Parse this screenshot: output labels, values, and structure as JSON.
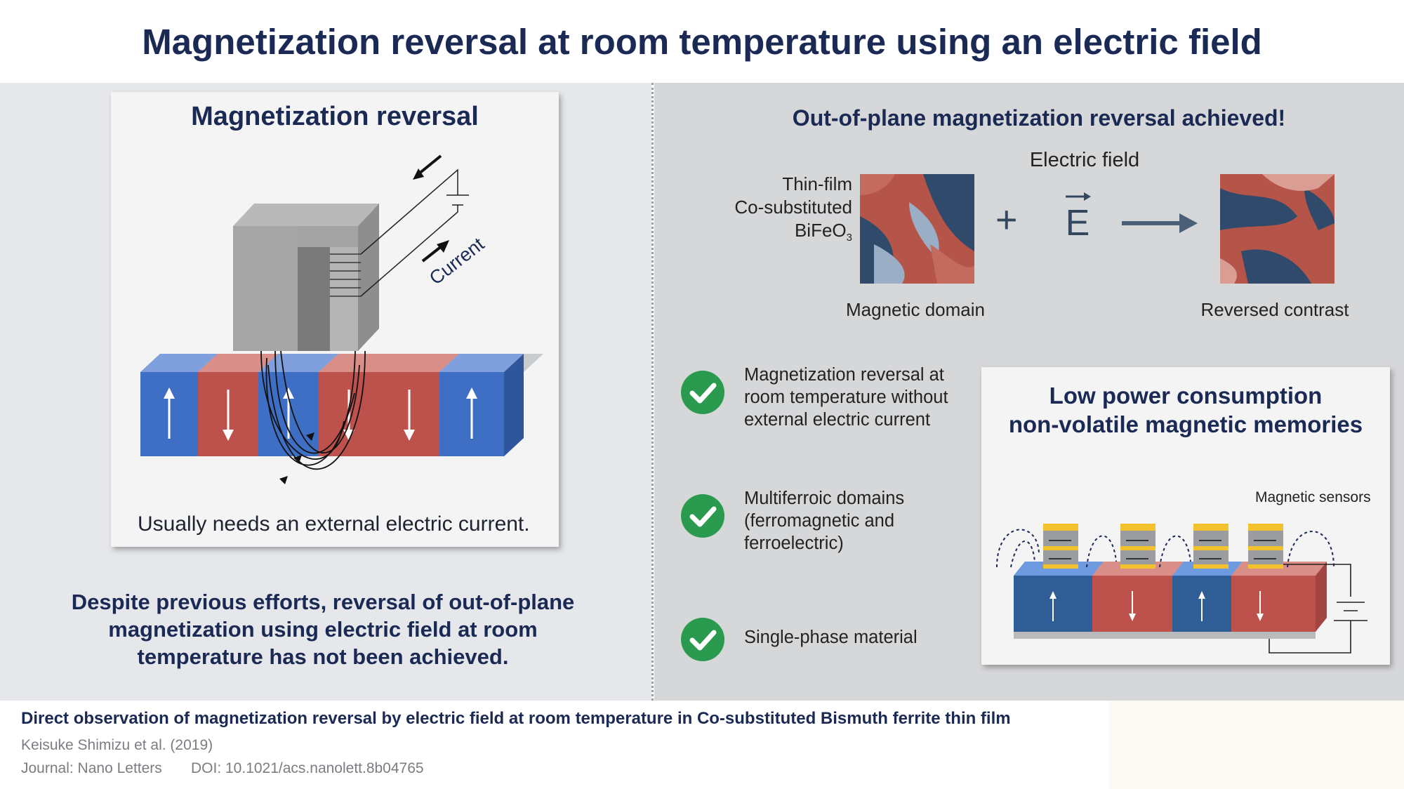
{
  "header": {
    "title": "Magnetization reversal at room temperature using an electric field"
  },
  "left": {
    "card_title": "Magnetization reversal",
    "current_label": "Current",
    "caption": "Usually needs an external electric current.",
    "despite_lines": [
      "Despite previous efforts, reversal of out-of-plane",
      "magnetization using electric field at room",
      "temperature has not been achieved."
    ]
  },
  "right": {
    "title": "Out-of-plane magnetization reversal achieved!",
    "film_lines": [
      "Thin-film",
      "Co-substituted",
      "BiFeO"
    ],
    "film_subscript": "3",
    "electric_field_label": "Electric field",
    "e_symbol": "E",
    "plus_symbol": "+",
    "domain_label": "Magnetic domain",
    "reversed_label": "Reversed contrast",
    "checks": [
      {
        "lines": [
          "Magnetization reversal at",
          "room temperature without",
          "external electric current"
        ]
      },
      {
        "lines": [
          "Multiferroic domains",
          "(ferromagnetic and",
          "ferroelectric)"
        ]
      },
      {
        "lines": [
          "Single-phase material"
        ]
      }
    ],
    "memory_title_lines": [
      "Low power consumption",
      "non-volatile magnetic memories"
    ],
    "sensors_label": "Magnetic sensors"
  },
  "footer": {
    "paper_title": "Direct observation of magnetization reversal by electric field at room temperature in Co-substituted Bismuth ferrite thin film",
    "authors": "Keisuke Shimizu et al. (2019)",
    "journal": "Journal: Nano Letters",
    "doi": "DOI: 10.1021/acs.nanolett.8b04765"
  },
  "colors": {
    "navy": "#1b2a55",
    "blue": "#3f6fc4",
    "red": "#bd524c",
    "green": "#2a9a4e",
    "gold": "#f2c12e"
  }
}
